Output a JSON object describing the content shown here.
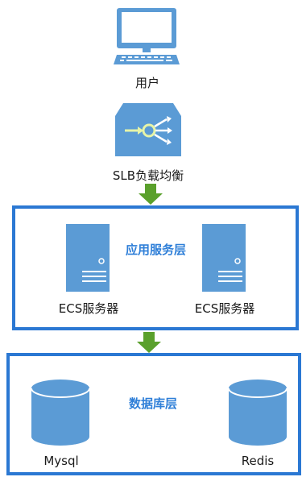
{
  "user": {
    "label": "用户",
    "icon": "desktop-computer-icon"
  },
  "load_balancer": {
    "label": "SLB负载均衡",
    "icon": "load-balancer-icon"
  },
  "app_tier": {
    "title": "应用服务层",
    "servers": [
      {
        "label": "ECS服务器",
        "icon": "server-icon"
      },
      {
        "label": "ECS服务器",
        "icon": "server-icon"
      }
    ]
  },
  "db_tier": {
    "title": "数据库层",
    "databases": [
      {
        "label": "Mysql",
        "icon": "database-icon"
      },
      {
        "label": "Redis",
        "icon": "database-icon"
      }
    ]
  },
  "colors": {
    "icon_blue": "#5b9bd5",
    "border_blue": "#2b78d3",
    "title_blue": "#2f7fd8",
    "arrow_green": "#5aa02c"
  }
}
